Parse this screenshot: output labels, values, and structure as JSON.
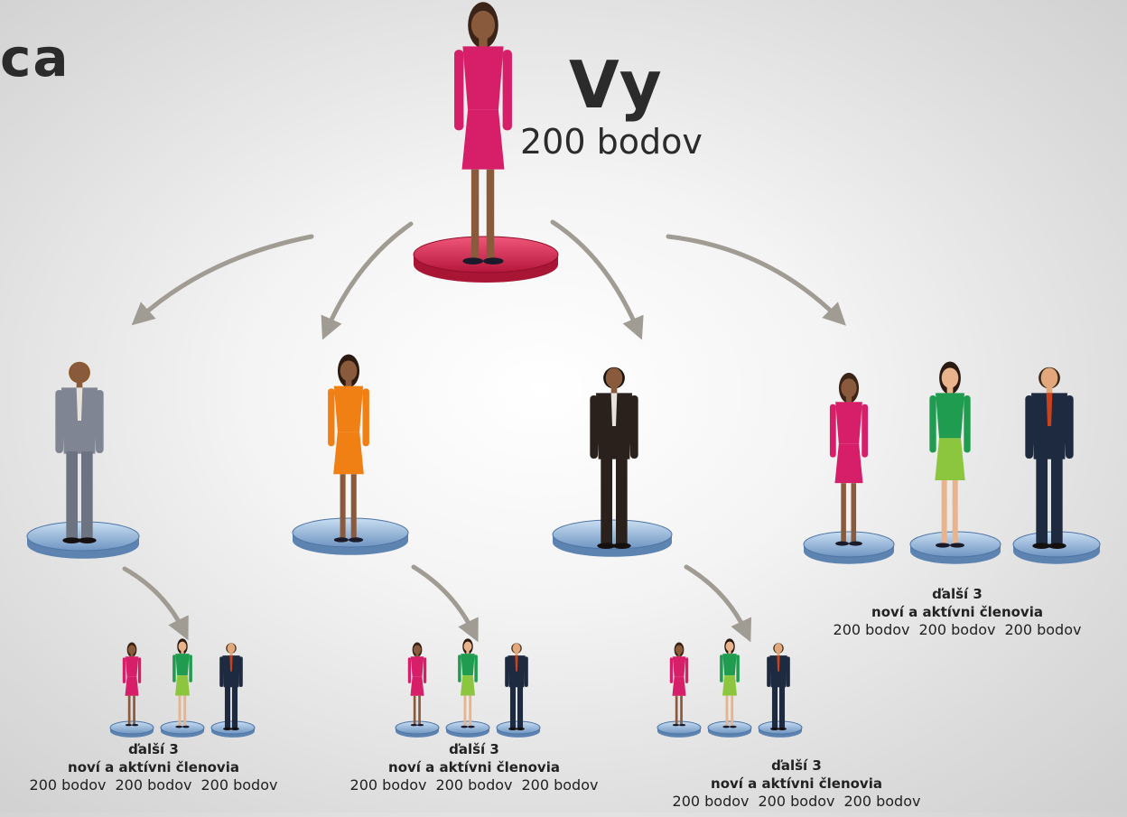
{
  "header": {
    "title_fragment": "ca"
  },
  "root": {
    "label": "Vy",
    "points": "200 bodov"
  },
  "groups": [
    {
      "line1": "ďalší 3",
      "line2": "noví a aktívni členovia",
      "points": [
        "200 bodov",
        "200 bodov",
        "200 bodov"
      ]
    },
    {
      "line1": "ďalší 3",
      "line2": "noví a aktívni členovia",
      "points": [
        "200 bodov",
        "200 bodov",
        "200 bodov"
      ]
    },
    {
      "line1": "ďalší 3",
      "line2": "noví a aktívni členovia",
      "points": [
        "200 bodov",
        "200 bodov",
        "200 bodov"
      ]
    },
    {
      "line1": "ďalší 3",
      "line2": "noví a aktívni členovia",
      "points": [
        "200 bodov",
        "200 bodov",
        "200 bodov"
      ]
    }
  ],
  "colors": {
    "root_pedestal": "#d8284e",
    "member_pedestal": "#8fb4dc",
    "arrow": "#a09b93",
    "text": "#2b2b2b"
  }
}
